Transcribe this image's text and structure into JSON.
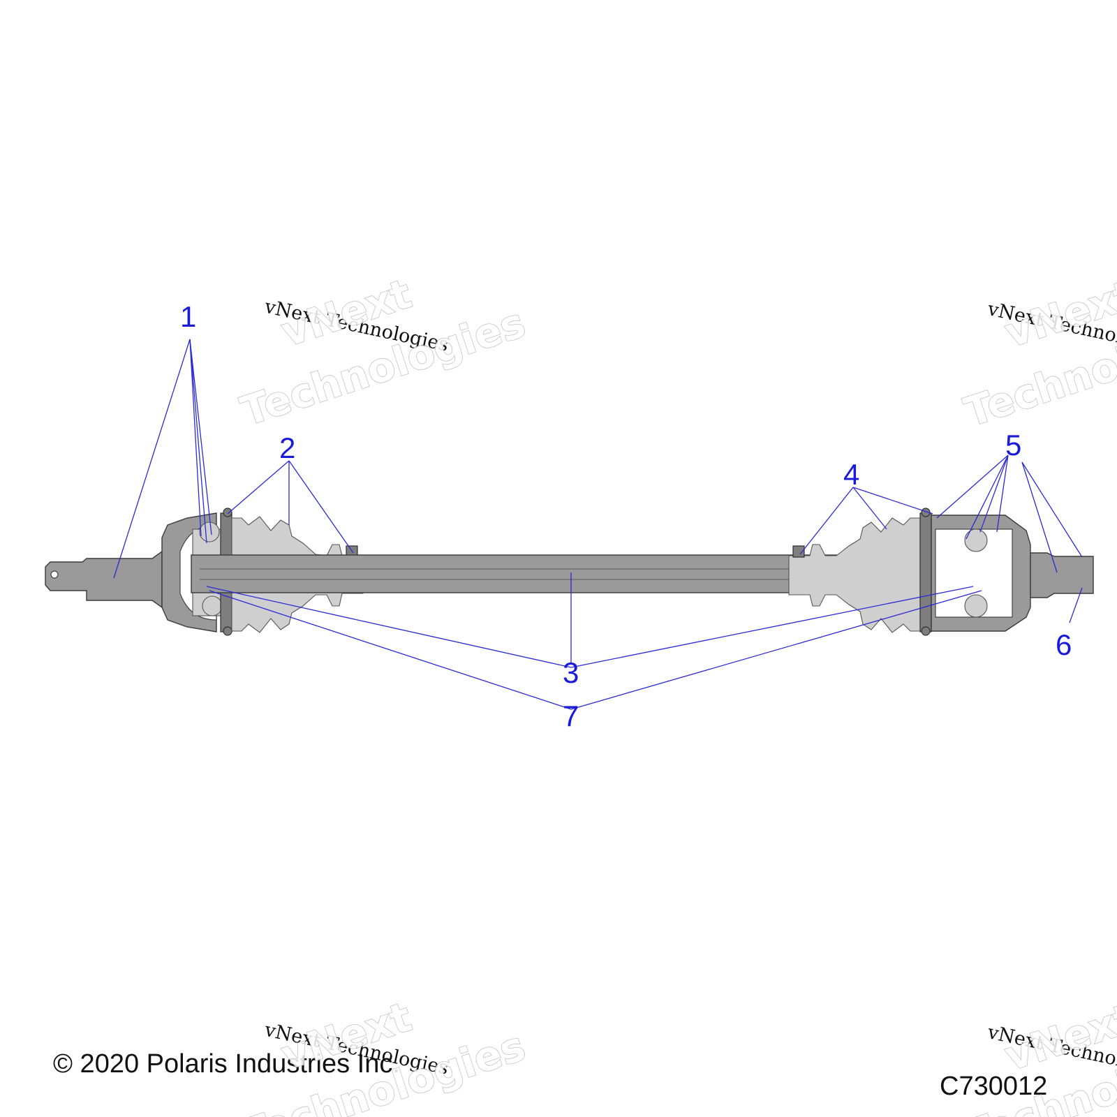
{
  "callouts": [
    {
      "id": "1",
      "label": "1"
    },
    {
      "id": "2",
      "label": "2"
    },
    {
      "id": "3",
      "label": "3"
    },
    {
      "id": "4",
      "label": "4"
    },
    {
      "id": "5",
      "label": "5"
    },
    {
      "id": "6",
      "label": "6"
    },
    {
      "id": "7",
      "label": "7"
    }
  ],
  "watermark": {
    "line_small": "vNext Technologies",
    "line_big_1": "vNext",
    "line_big_2": "Technologies"
  },
  "footer": {
    "copyright": "© 2020 Polaris Industries Inc.",
    "figure_code": "C730012"
  },
  "colors": {
    "callout": "#1a1adb",
    "part": "#9a9a9a",
    "outline": "#3a3a3a"
  }
}
